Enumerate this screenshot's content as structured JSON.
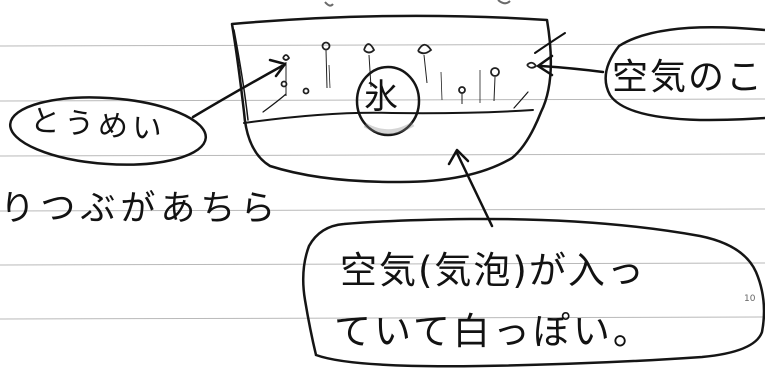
{
  "notebook": {
    "label_transparent": "とうめい",
    "label_air_top": "空気のこ",
    "ice_character": "氷",
    "continuation_line": "りつぶがあちら",
    "bubble_line_1": "空気(気泡)が入っ",
    "bubble_line_2": "ていて白っぽい。",
    "page_number": "10"
  }
}
